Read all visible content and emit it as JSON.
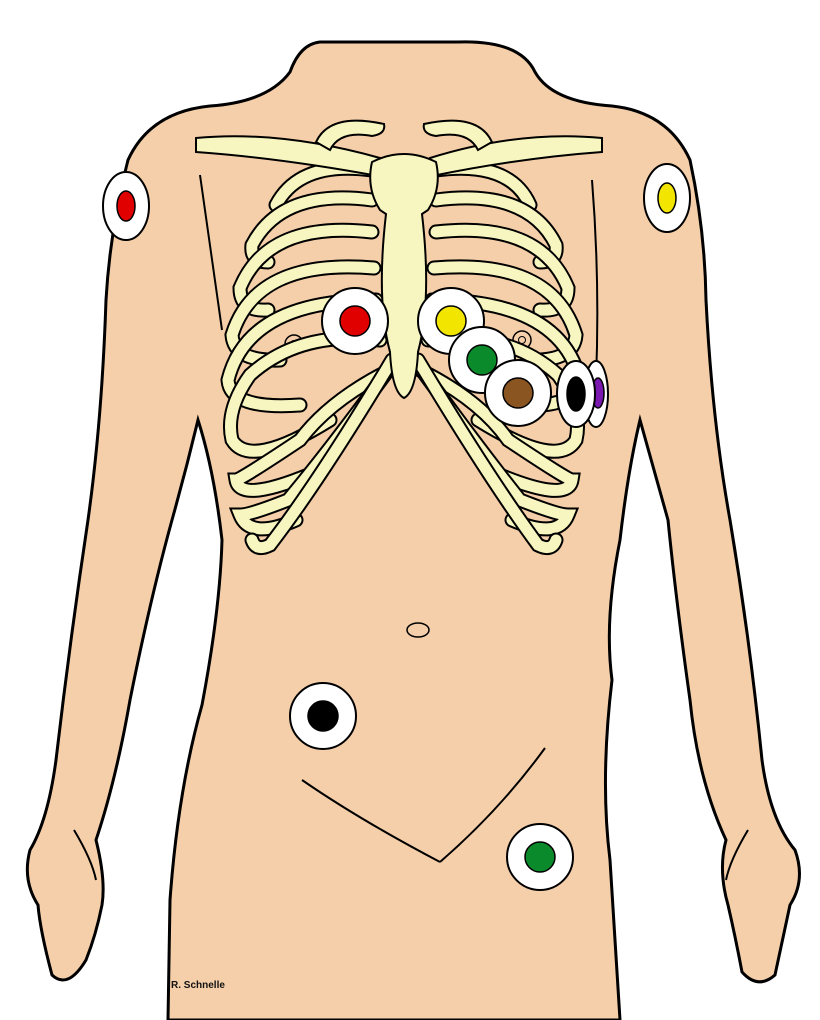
{
  "figure": {
    "credit": "R. Schnelle"
  },
  "colors": {
    "skin": "#f5cfa9",
    "bone": "#f8f6c0",
    "outline": "#000000",
    "electrode_ring": "#ffffff"
  },
  "electrodes": [
    {
      "id": "right-arm",
      "color": "#e00000",
      "size": "medium"
    },
    {
      "id": "left-arm",
      "color": "#f2e600",
      "size": "medium"
    },
    {
      "id": "chest-v1",
      "color": "#e00000",
      "size": "medium"
    },
    {
      "id": "chest-v2",
      "color": "#f2e600",
      "size": "medium"
    },
    {
      "id": "chest-v3",
      "color": "#0a8a2a",
      "size": "medium"
    },
    {
      "id": "chest-v4",
      "color": "#8a5520",
      "size": "medium"
    },
    {
      "id": "chest-v5",
      "color": "#000000",
      "size": "medium"
    },
    {
      "id": "chest-v6",
      "color": "#7a18b0",
      "size": "small"
    },
    {
      "id": "right-leg",
      "color": "#000000",
      "size": "medium"
    },
    {
      "id": "left-leg",
      "color": "#0a8a2a",
      "size": "medium"
    }
  ]
}
